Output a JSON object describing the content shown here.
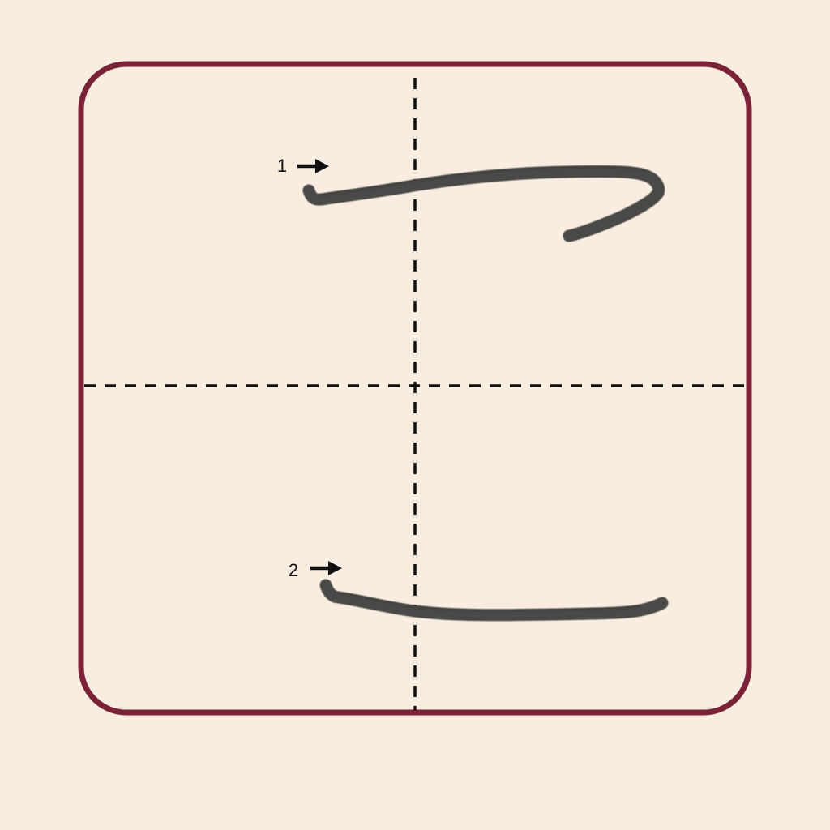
{
  "colors": {
    "background": "#f9ede0",
    "frame_border": "#7a2338",
    "guide_line": "#111111",
    "ink": "#4a4846",
    "ink_dark": "#3a3836",
    "label": "#111111"
  },
  "strokes": [
    {
      "order_label": "1",
      "shape": "horizontal stroke with hook returning down-left",
      "icon": "arrow-right-icon"
    },
    {
      "order_label": "2",
      "shape": "horizontal stroke",
      "icon": "arrow-right-icon"
    }
  ]
}
